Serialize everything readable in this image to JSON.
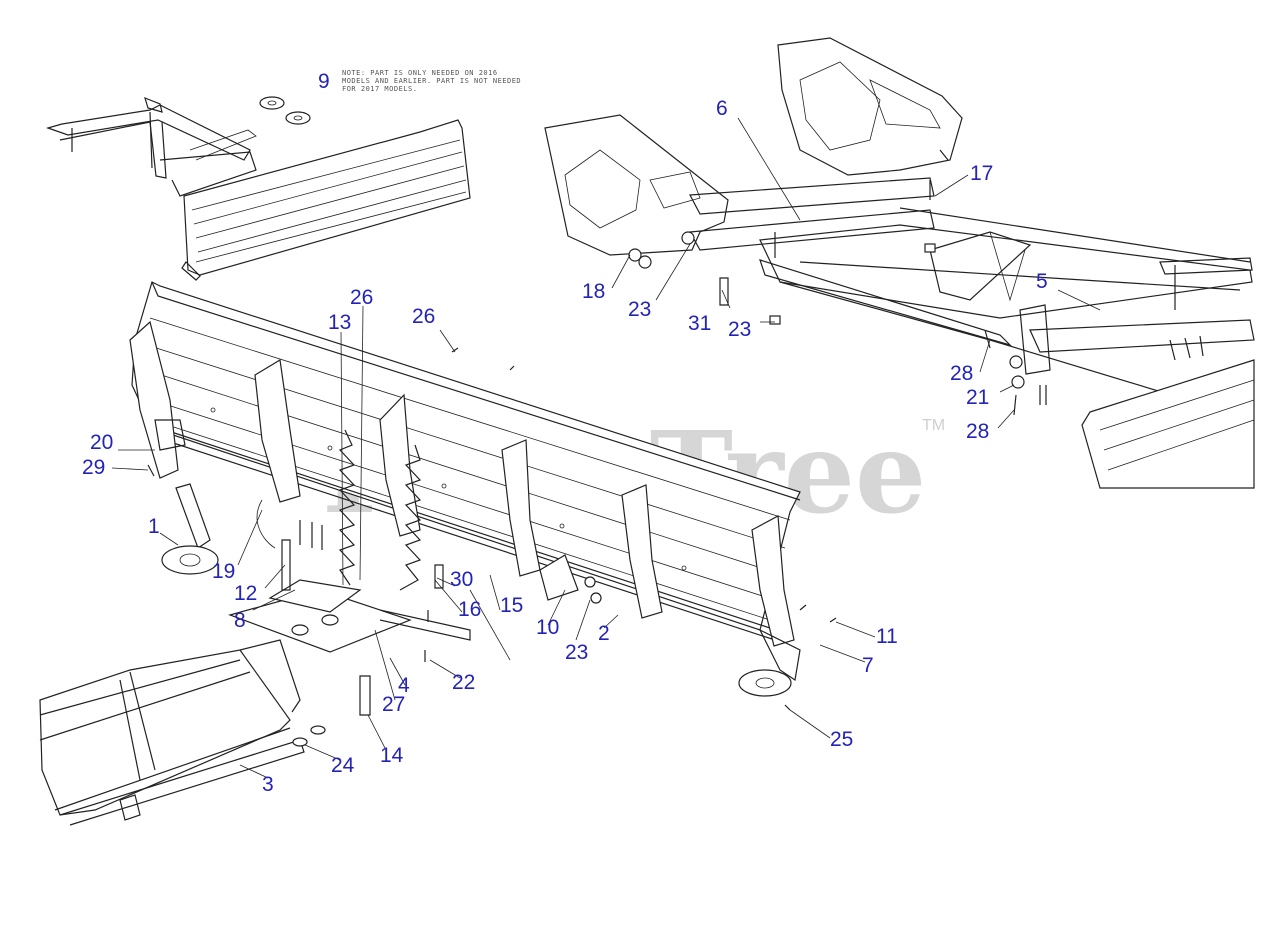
{
  "watermark": {
    "text": "PartsTree",
    "trademark": "TM",
    "color": "#cfcfcf"
  },
  "note": {
    "lines": [
      "NOTE: PART IS ONLY NEEDED ON 2016",
      "MODELS AND EARLIER. PART IS NOT NEEDED",
      "FOR 2017 MODELS."
    ]
  },
  "callout_color": "#2323b8",
  "callouts": [
    {
      "id": "c9",
      "label": "9"
    },
    {
      "id": "c6",
      "label": "6"
    },
    {
      "id": "c17",
      "label": "17"
    },
    {
      "id": "c5",
      "label": "5"
    },
    {
      "id": "c18",
      "label": "18"
    },
    {
      "id": "c23a",
      "label": "23"
    },
    {
      "id": "c31",
      "label": "31"
    },
    {
      "id": "c23b",
      "label": "23"
    },
    {
      "id": "c28a",
      "label": "28"
    },
    {
      "id": "c21",
      "label": "21"
    },
    {
      "id": "c28b",
      "label": "28"
    },
    {
      "id": "c26a",
      "label": "26"
    },
    {
      "id": "c13",
      "label": "13"
    },
    {
      "id": "c26b",
      "label": "26"
    },
    {
      "id": "c20",
      "label": "20"
    },
    {
      "id": "c29",
      "label": "29"
    },
    {
      "id": "c1",
      "label": "1"
    },
    {
      "id": "c19",
      "label": "19"
    },
    {
      "id": "c12",
      "label": "12"
    },
    {
      "id": "c8",
      "label": "8"
    },
    {
      "id": "c30",
      "label": "30"
    },
    {
      "id": "c16",
      "label": "16"
    },
    {
      "id": "c15",
      "label": "15"
    },
    {
      "id": "c10",
      "label": "10"
    },
    {
      "id": "c2",
      "label": "2"
    },
    {
      "id": "c23c",
      "label": "23"
    },
    {
      "id": "c11",
      "label": "11"
    },
    {
      "id": "c7",
      "label": "7"
    },
    {
      "id": "c22",
      "label": "22"
    },
    {
      "id": "c4",
      "label": "4"
    },
    {
      "id": "c27",
      "label": "27"
    },
    {
      "id": "c14",
      "label": "14"
    },
    {
      "id": "c24",
      "label": "24"
    },
    {
      "id": "c25",
      "label": "25"
    },
    {
      "id": "c3",
      "label": "3"
    }
  ]
}
